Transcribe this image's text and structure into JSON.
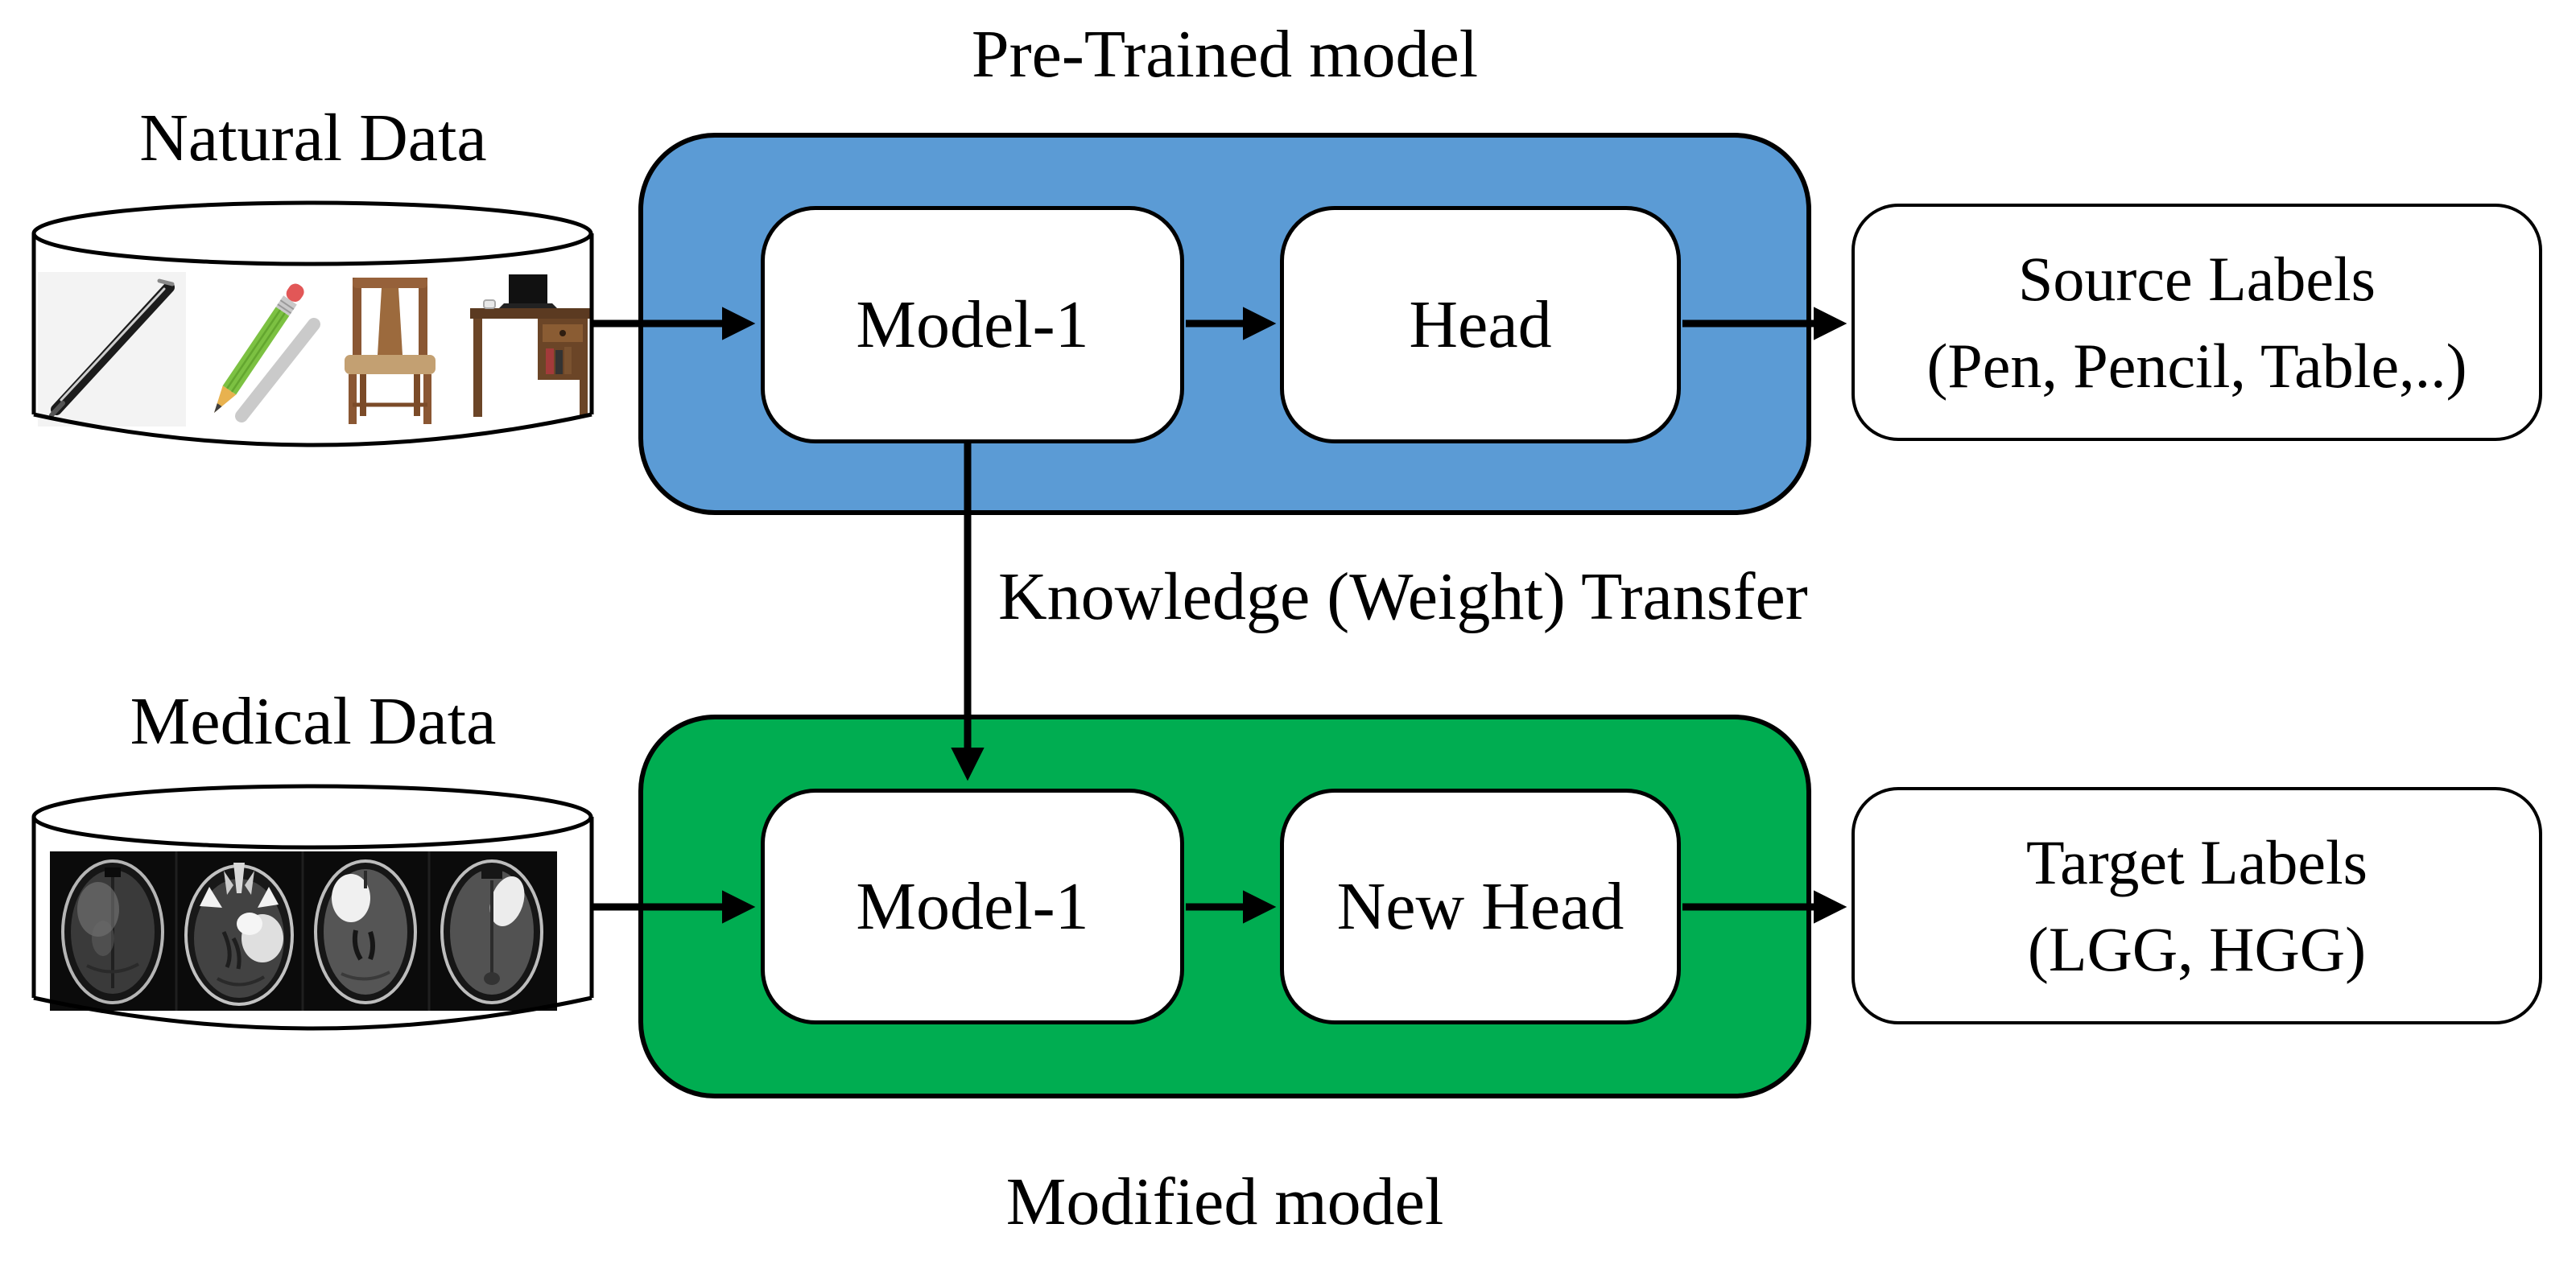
{
  "colors": {
    "pretrained_fill": "#5B9BD5",
    "modified_fill": "#00AD51",
    "outline": "#000000"
  },
  "titles": {
    "pretrained": "Pre-Trained model",
    "modified": "Modified model",
    "transfer": "Knowledge (Weight) Transfer"
  },
  "source_dataset": {
    "label": "Natural Data",
    "items": [
      "pen",
      "pencil",
      "chair",
      "desk"
    ]
  },
  "target_dataset": {
    "label": "Medical Data",
    "items": [
      "brain-mri-1",
      "brain-mri-2",
      "brain-mri-3",
      "brain-mri-4"
    ]
  },
  "pretrained_model": {
    "backbone": "Model-1",
    "head": "Head"
  },
  "modified_model": {
    "backbone": "Model-1",
    "head": "New Head"
  },
  "source_output": {
    "line1": "Source Labels",
    "line2": "(Pen, Pencil, Table,..)"
  },
  "target_output": {
    "line1": "Target Labels",
    "line2": "(LGG, HGG)"
  }
}
